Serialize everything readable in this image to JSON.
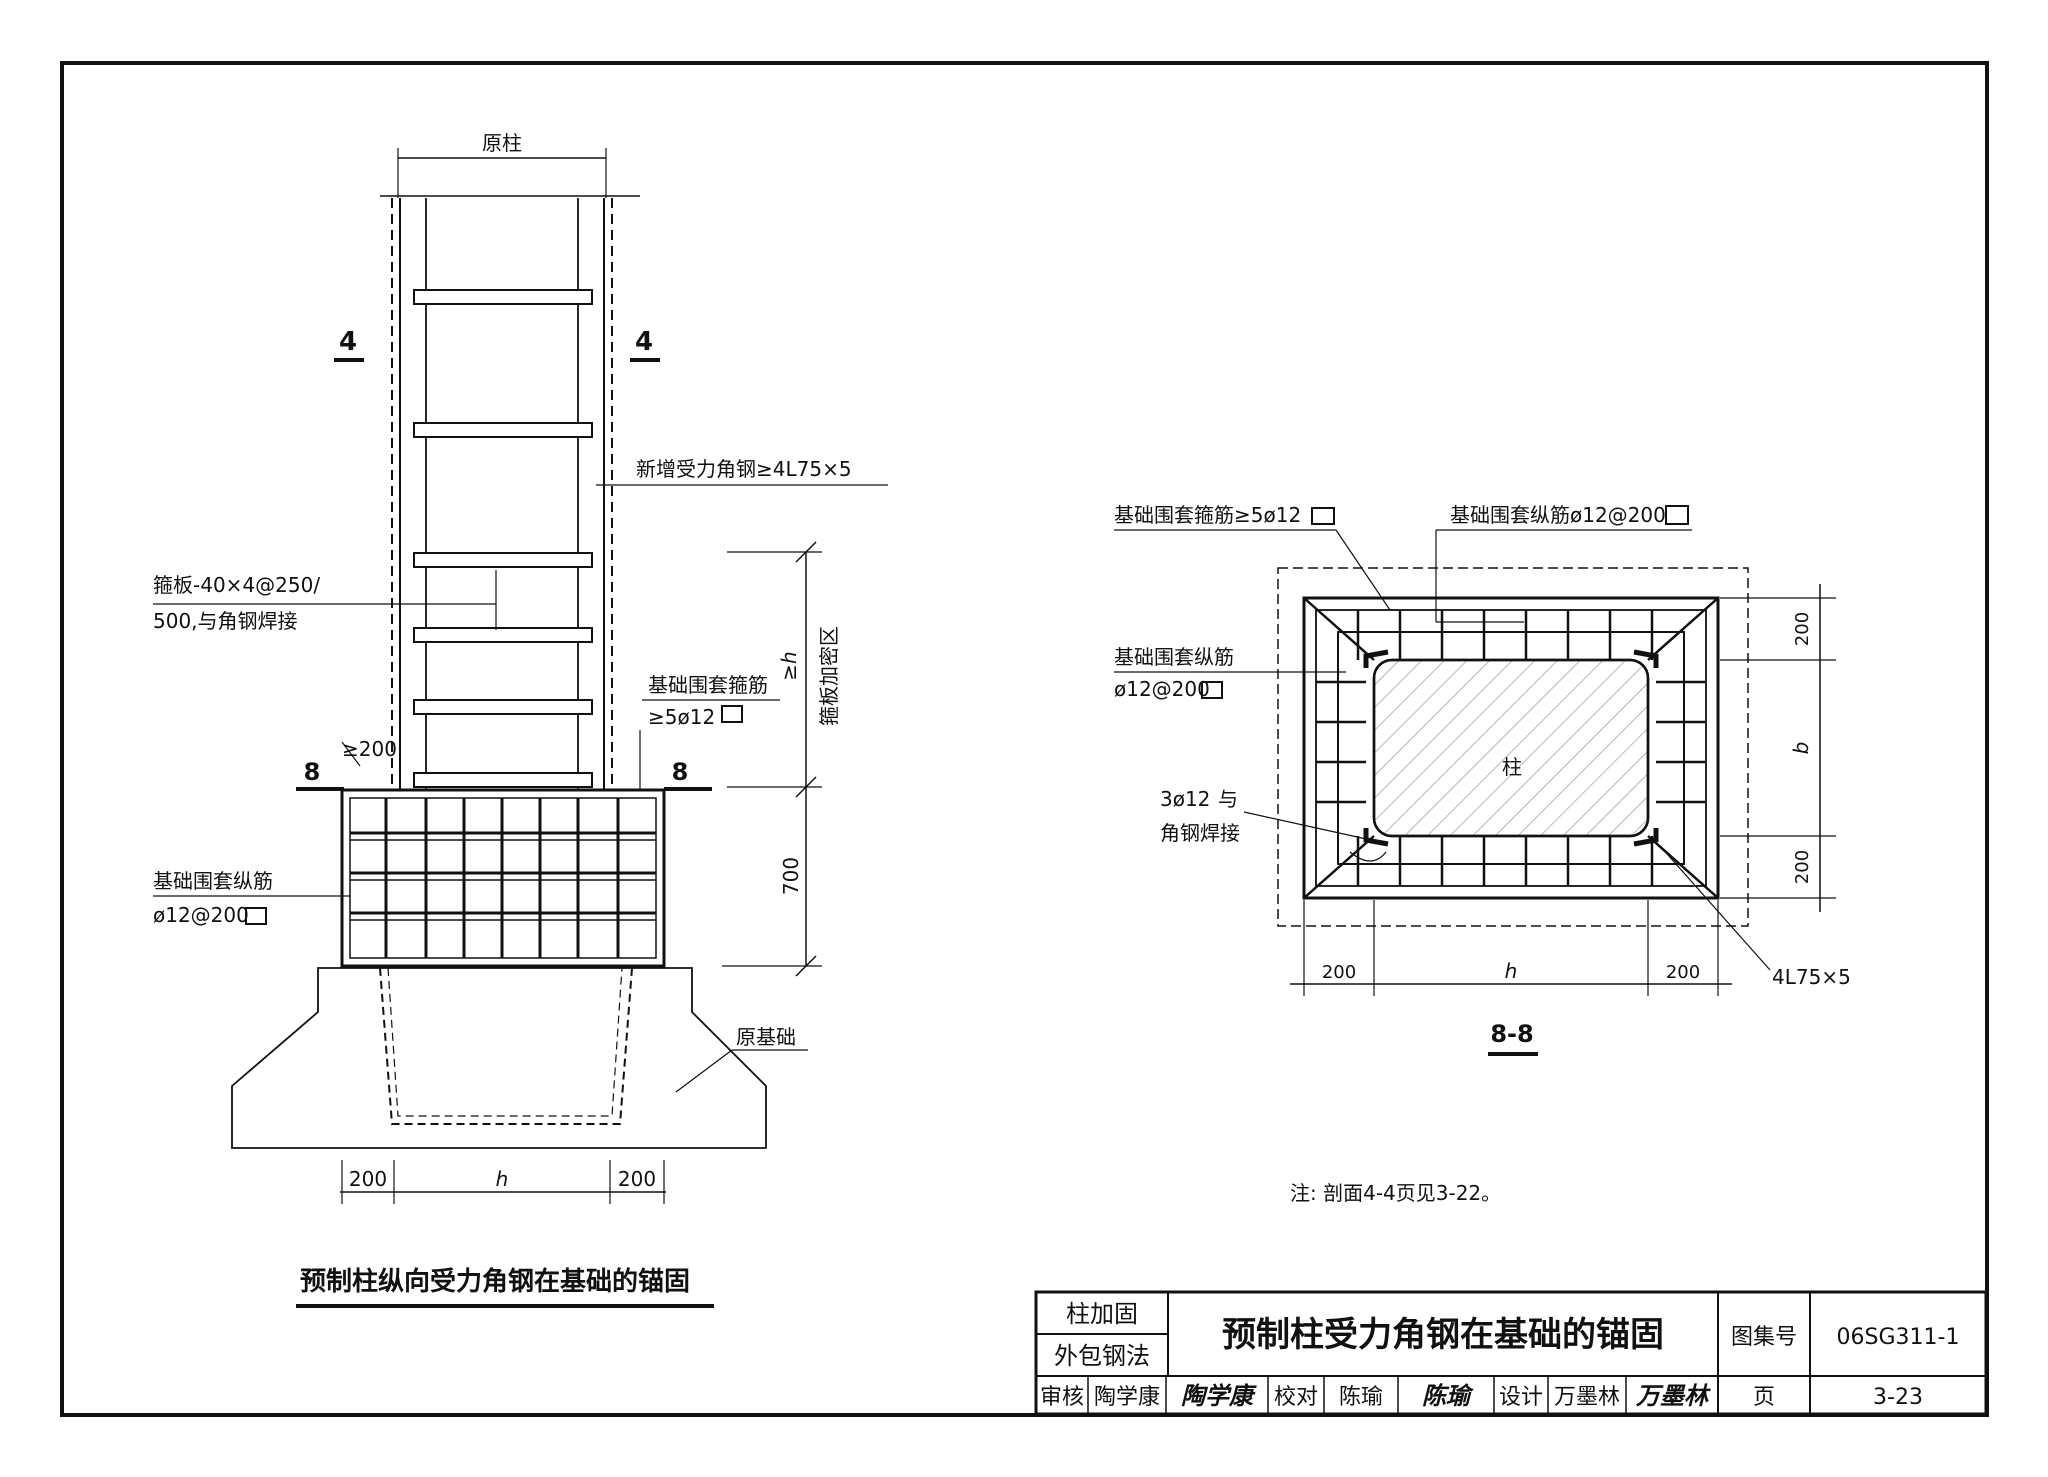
{
  "left_view": {
    "top_label": "原柱",
    "section_mark_4": "4",
    "new_angle_label": "新增受力角钢≥4L75×5",
    "batten_label_1": "箍板-40×4@250/",
    "batten_label_2": "500,与角钢焊接",
    "zone_label": "箍板加密区",
    "zone_dim": "≥h",
    "stirrup_label_1": "基础围套箍筋",
    "stirrup_label_2": "≥5ø12",
    "dim_200": "≥200",
    "section_mark_8": "8",
    "long_bar_label_1": "基础围套纵筋",
    "long_bar_label_2": "ø12@200",
    "dim_700": "700",
    "orig_foundation": "原基础",
    "bottom_dim_left": "200",
    "bottom_dim_mid": "h",
    "bottom_dim_right": "200",
    "caption": "预制柱纵向受力角钢在基础的锚固"
  },
  "right_view": {
    "stirrup_label": "基础围套箍筋≥5ø12",
    "long_bar_top": "基础围套纵筋ø12@200",
    "long_bar_left_1": "基础围套纵筋",
    "long_bar_left_2": "ø12@200",
    "column_label": "柱",
    "weld_label_1": "3ø12",
    "weld_label_2": "与",
    "weld_label_3": "角钢焊接",
    "dim_200_top": "200",
    "dim_b": "b",
    "dim_200_bottom": "200",
    "dim_200_left": "200",
    "dim_h": "h",
    "dim_200_right": "200",
    "angle_label": "4L75×5",
    "section_title": "8-8",
    "note": "注: 剖面4-4页见3-22。"
  },
  "title_block": {
    "category_1": "柱加固",
    "category_2": "外包钢法",
    "title": "预制柱受力角钢在基础的锚固",
    "atlas_label": "图集号",
    "atlas_no": "06SG311-1",
    "reviewer_label": "审核",
    "reviewer": "陶学康",
    "checker_label": "校对",
    "checker": "陈瑜",
    "designer_label": "设计",
    "designer": "万墨林",
    "page_label": "页",
    "page_no": "3-23",
    "signature_reviewer": "陶学康",
    "signature_checker": "陈瑜",
    "signature_designer": "万墨林"
  }
}
